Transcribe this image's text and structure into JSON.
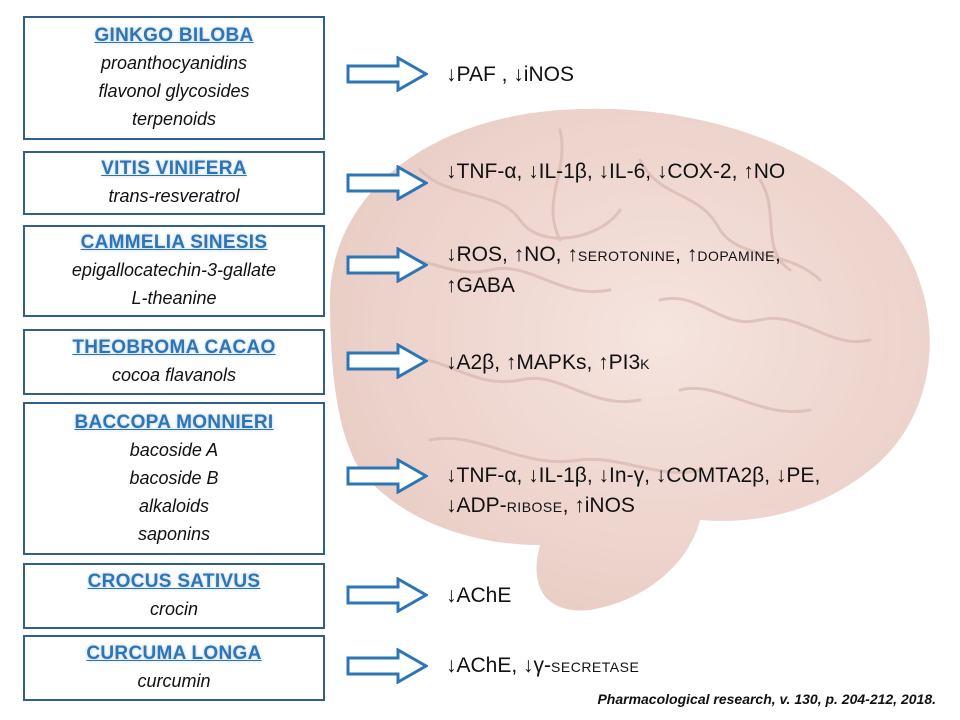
{
  "plants": [
    {
      "name": "GINKGO BILOBA",
      "compounds": [
        "proanthocyanidins",
        "flavonol glycosides",
        "terpenoids"
      ],
      "effects": [
        [
          {
            "t": "↓PAF , ↓iNOS"
          }
        ]
      ]
    },
    {
      "name": "VITIS VINIFERA",
      "compounds": [
        "trans-resveratrol"
      ],
      "effects": [
        [
          {
            "t": "↓TNF-α, ↓IL-1β, ↓IL-6, ↓COX-2, ↑NO"
          }
        ]
      ]
    },
    {
      "name": "CAMMELIA SINESIS",
      "compounds": [
        "epigallocatechin-3-gallate",
        "L-theanine"
      ],
      "effects": [
        [
          {
            "t": "↓ROS, ↑NO, ↑"
          },
          {
            "t": "SEROTONINE",
            "sc": true
          },
          {
            "t": ", ↑"
          },
          {
            "t": "DOPAMINE",
            "sc": true
          },
          {
            "t": ","
          }
        ],
        [
          {
            "t": "↑GABA"
          }
        ]
      ]
    },
    {
      "name": "THEOBROMA CACAO",
      "compounds": [
        "cocoa flavanols"
      ],
      "effects": [
        [
          {
            "t": "↓A2β, ↑MAPKs, ↑PI3"
          },
          {
            "t": "K",
            "sc": true
          }
        ]
      ]
    },
    {
      "name": "BACCOPA MONNIERI",
      "compounds": [
        "bacoside A",
        "bacoside B",
        "alkaloids",
        "saponins"
      ],
      "effects": [
        [
          {
            "t": "↓TNF-α, ↓IL-1β, ↓In-γ, ↓COMTA2β, ↓PE,"
          }
        ],
        [
          {
            "t": "↓ADP-"
          },
          {
            "t": "RIBOSE",
            "sc": true
          },
          {
            "t": ", ↑iNOS"
          }
        ]
      ]
    },
    {
      "name": "CROCUS SATIVUS",
      "compounds": [
        "crocin"
      ],
      "effects": [
        [
          {
            "t": "↓AChE"
          }
        ]
      ]
    },
    {
      "name": "CURCUMA LONGA",
      "compounds": [
        "curcumin"
      ],
      "effects": [
        [
          {
            "t": "↓AChE, ↓γ-"
          },
          {
            "t": "SECRETASE",
            "sc": true
          }
        ]
      ]
    }
  ],
  "citation": "Pharmacological research, v. 130, p. 204-212, 2018.",
  "colors": {
    "box_border": "#2f5f8a",
    "plant_name": "#2e75b6",
    "arrow": "#2e75b6",
    "brain": "#e8c6bd"
  },
  "icons": {
    "arrow": "block-right-arrow-icon",
    "background": "brain-illustration"
  }
}
